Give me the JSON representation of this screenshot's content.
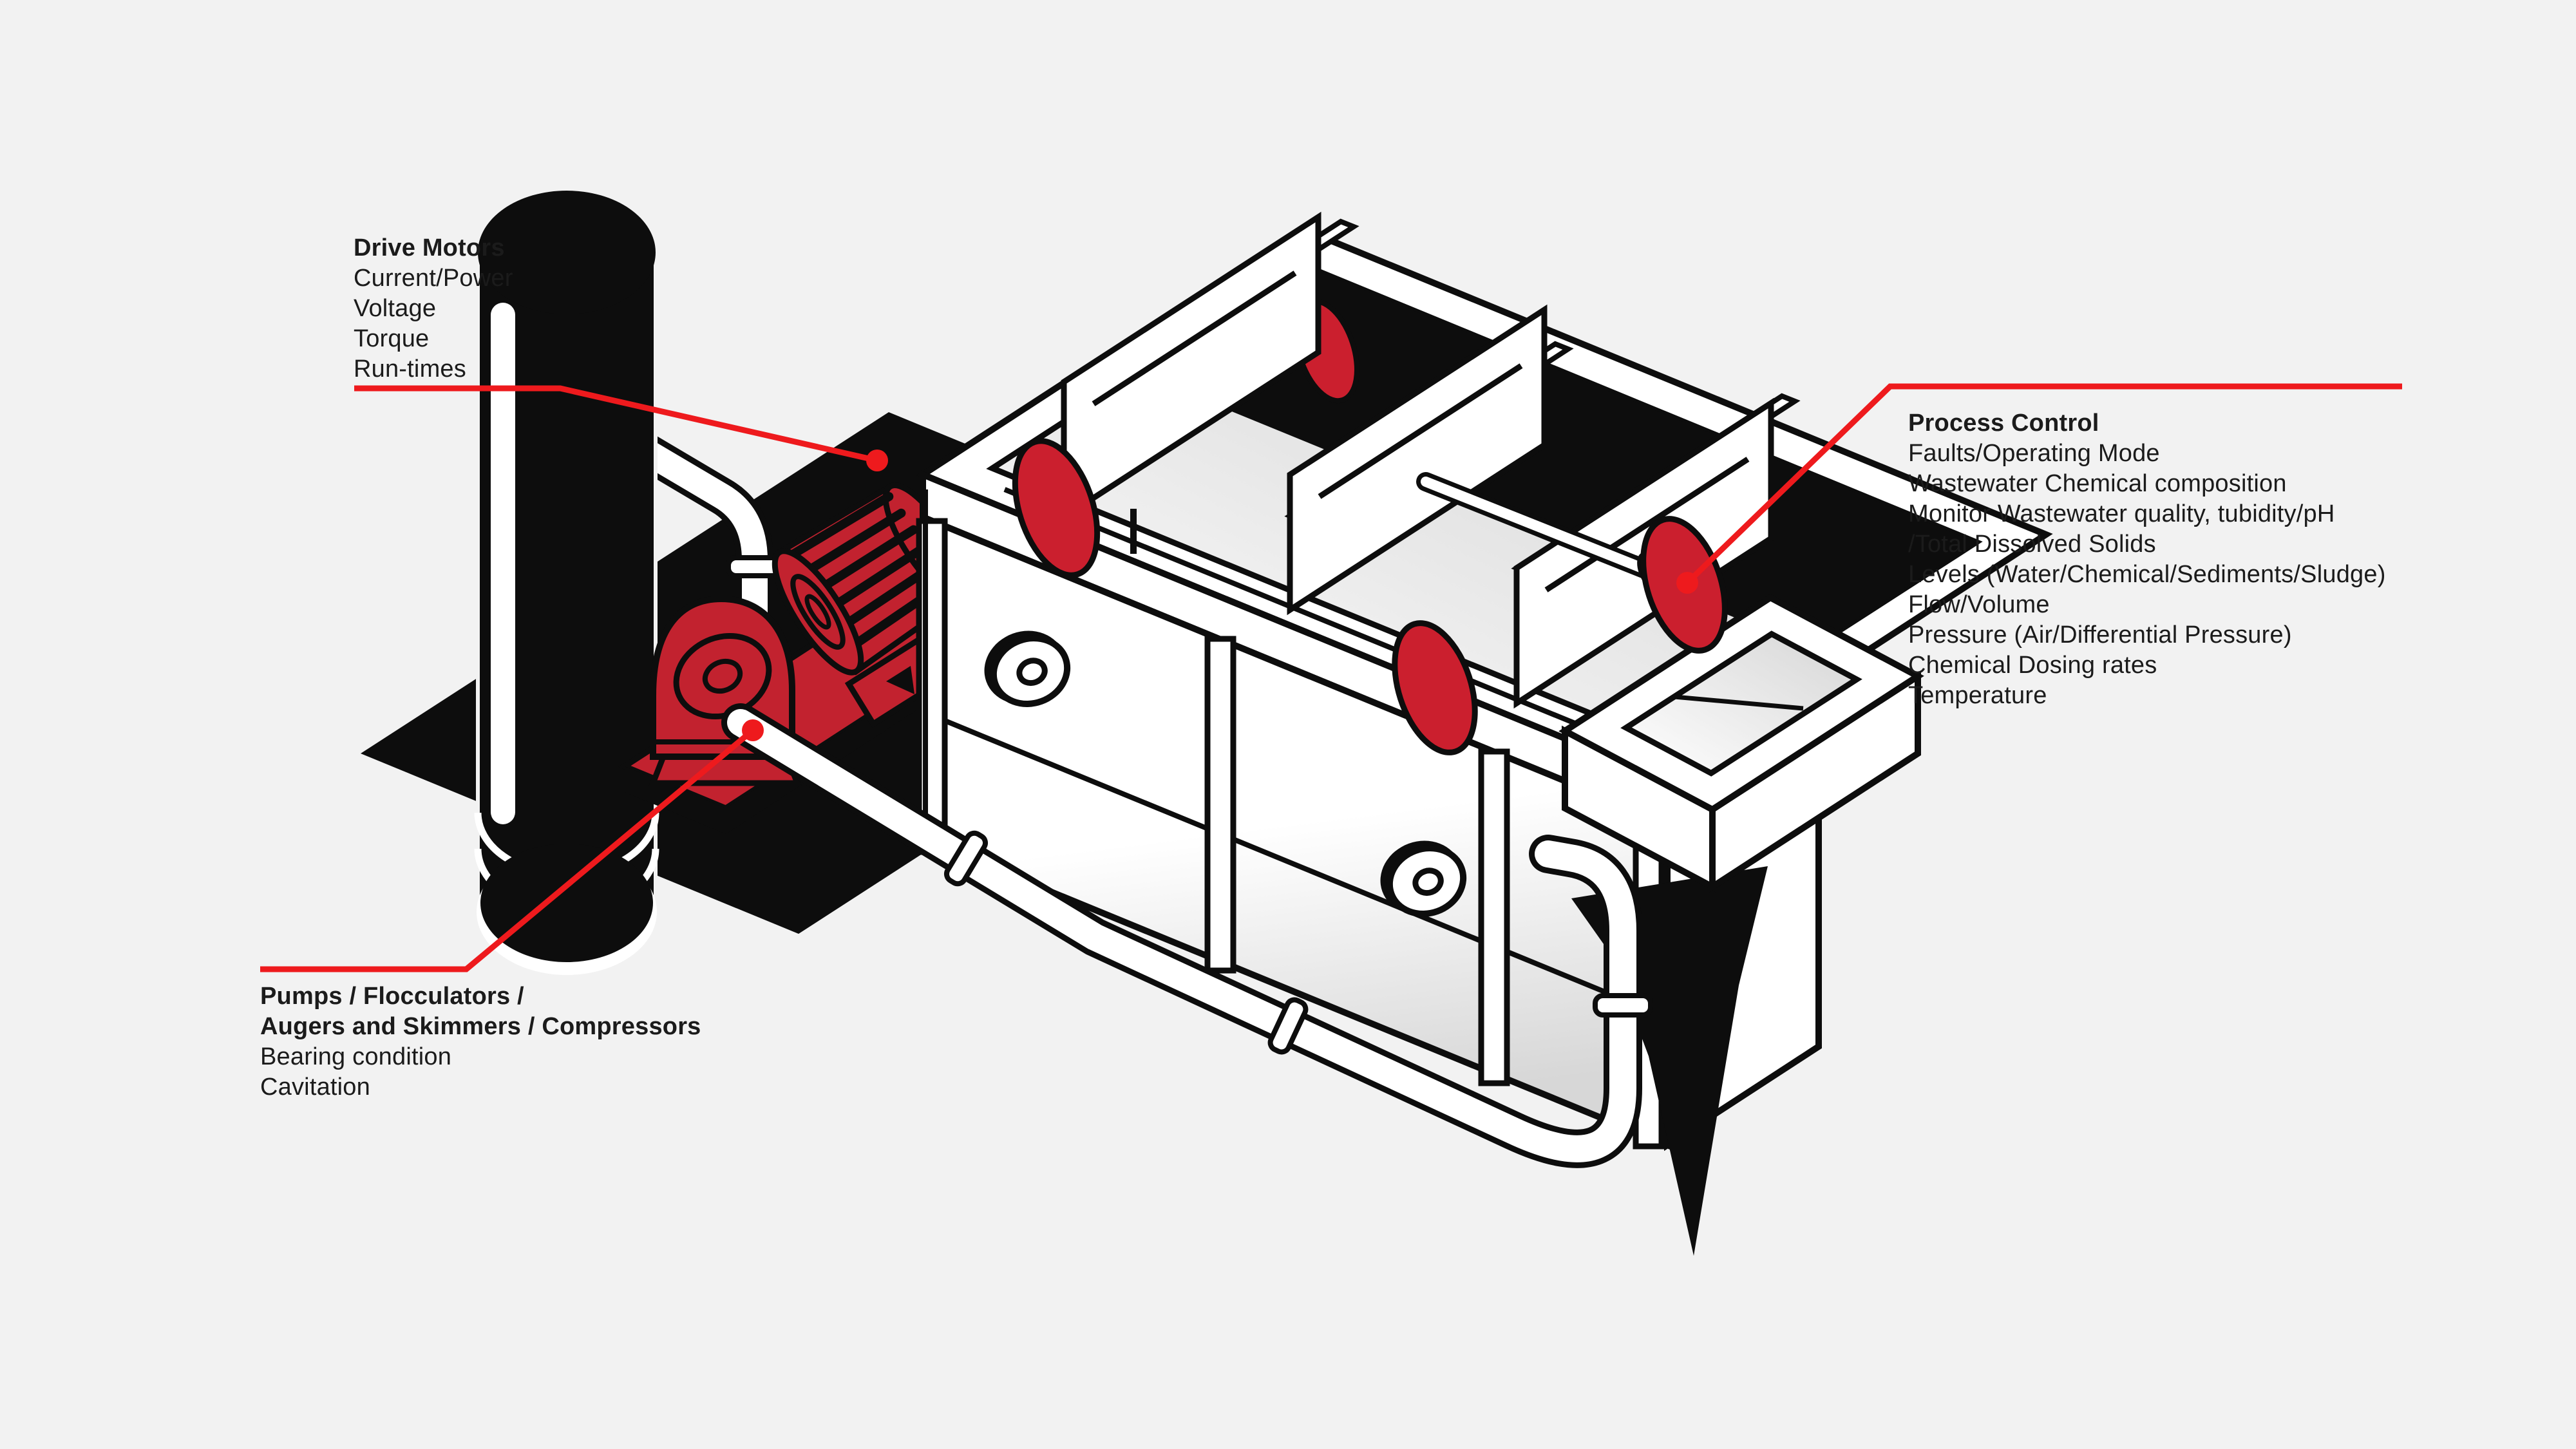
{
  "palette": {
    "background": "#f2f2f2",
    "ink": "#0d0d0d",
    "machine_red": "#c2222f",
    "disc_red": "#cb1f2e",
    "callout_red": "#ee1a1d",
    "text_color": "#1b1b1b"
  },
  "callouts": {
    "drive_motors": {
      "title": "Drive Motors",
      "items": [
        "Current/Power",
        "Voltage",
        "Torque",
        "Run-times"
      ]
    },
    "pumps": {
      "title_line1": "Pumps / Flocculators /",
      "title_line2": "Augers and Skimmers / Compressors",
      "items": [
        "Bearing condition",
        "Cavitation"
      ]
    },
    "process_control": {
      "title": "Process Control",
      "items": [
        "Faults/Operating Mode",
        "Wastewater Chemical composition",
        "Monitor Wastewater quality, tubidity/pH",
        "/Total Dissolved Solids",
        "Levels (Water/Chemical/Sediments/Sludge)",
        "Flow/Volume",
        "Pressure (Air/Differential Pressure)",
        "Chemical Dosing rates",
        "Temperature"
      ]
    }
  }
}
